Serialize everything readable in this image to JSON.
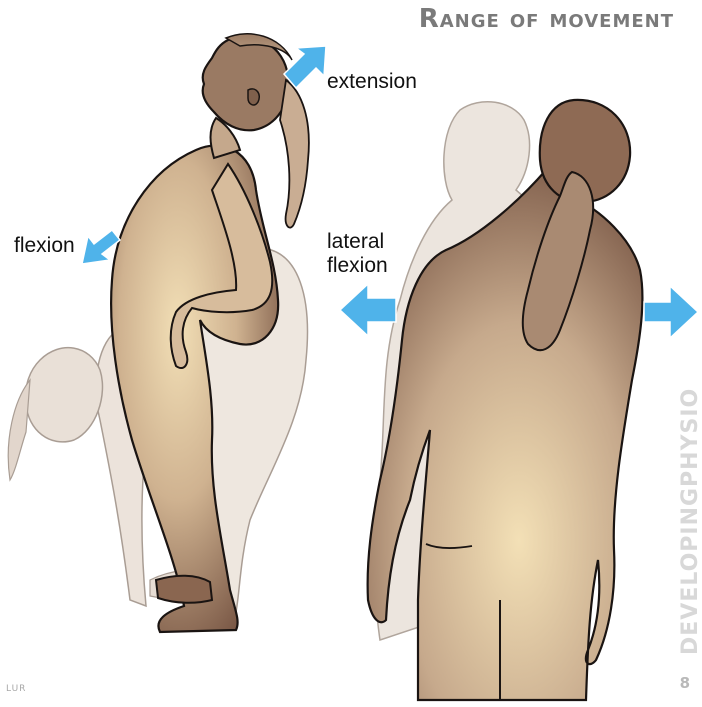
{
  "title": "Range of movement",
  "labels": {
    "extension": "extension",
    "flexion": "flexion",
    "lateral_line1": "lateral",
    "lateral_line2": "flexion"
  },
  "watermark": "DEVELOPINGPHYSIO",
  "page_number": "8",
  "credit": "LUR",
  "colors": {
    "arrow": "#4fb3ea",
    "skin_light": "#f0d9b0",
    "skin_dark": "#7a5540",
    "ghost": "#e7ddd3",
    "outline": "#1a1412",
    "title": "#7a7a7a"
  },
  "icons": {
    "arrows": "double-headed-arrow-icon"
  }
}
